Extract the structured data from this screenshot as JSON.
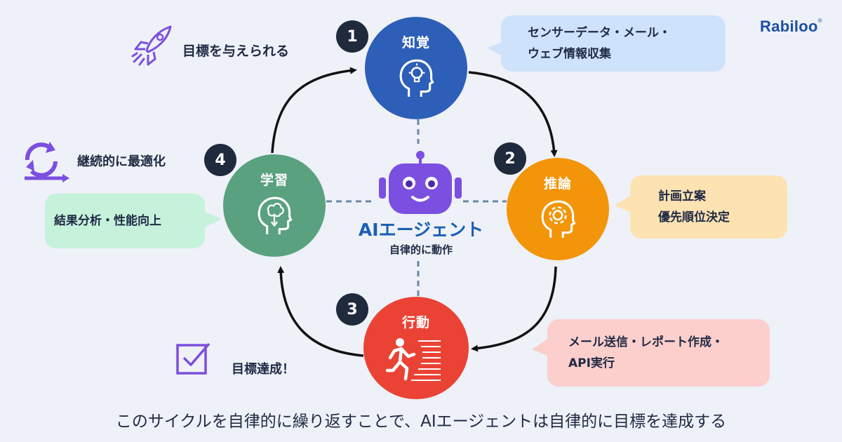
{
  "brand": {
    "name": "Rabiloo"
  },
  "center": {
    "title": "AIエージェント",
    "subtitle": "自律的に動作"
  },
  "nodes": [
    {
      "number": "1",
      "title": "知覚",
      "color": "#2d5fb8",
      "icon": "head-lightbulb-icon",
      "note": [
        "センサーデータ・メール・",
        "ウェブ情報収集"
      ],
      "note_color": "#cfe2fb"
    },
    {
      "number": "2",
      "title": "推論",
      "color": "#f39508",
      "icon": "head-gear-icon",
      "note": [
        "計画立案",
        "優先順位決定"
      ],
      "note_color": "#fde2b2"
    },
    {
      "number": "3",
      "title": "行動",
      "color": "#ea4335",
      "icon": "running-exit-icon",
      "note": [
        "メール送信・レポート作成・",
        "API実行"
      ],
      "note_color": "#fccfcc"
    },
    {
      "number": "4",
      "title": "学習",
      "color": "#5aa27f",
      "icon": "head-brain-icon",
      "note": [
        "結果分析・性能向上"
      ],
      "note_color": "#c6f2dc"
    }
  ],
  "side_labels": {
    "goal_given": "目標を与えられる",
    "continuous": "継続的に最適化",
    "goal_achieved": "目標達成！"
  },
  "icons": {
    "goal_given": "rocket-icon",
    "continuous": "cycle-arrows-icon",
    "goal_achieved": "checkbox-icon",
    "center": "robot-icon"
  },
  "accent": "#7b4fe0",
  "footer": "このサイクルを自律的に繰り返すことで、AIエージェントは自律的に目標を達成する"
}
